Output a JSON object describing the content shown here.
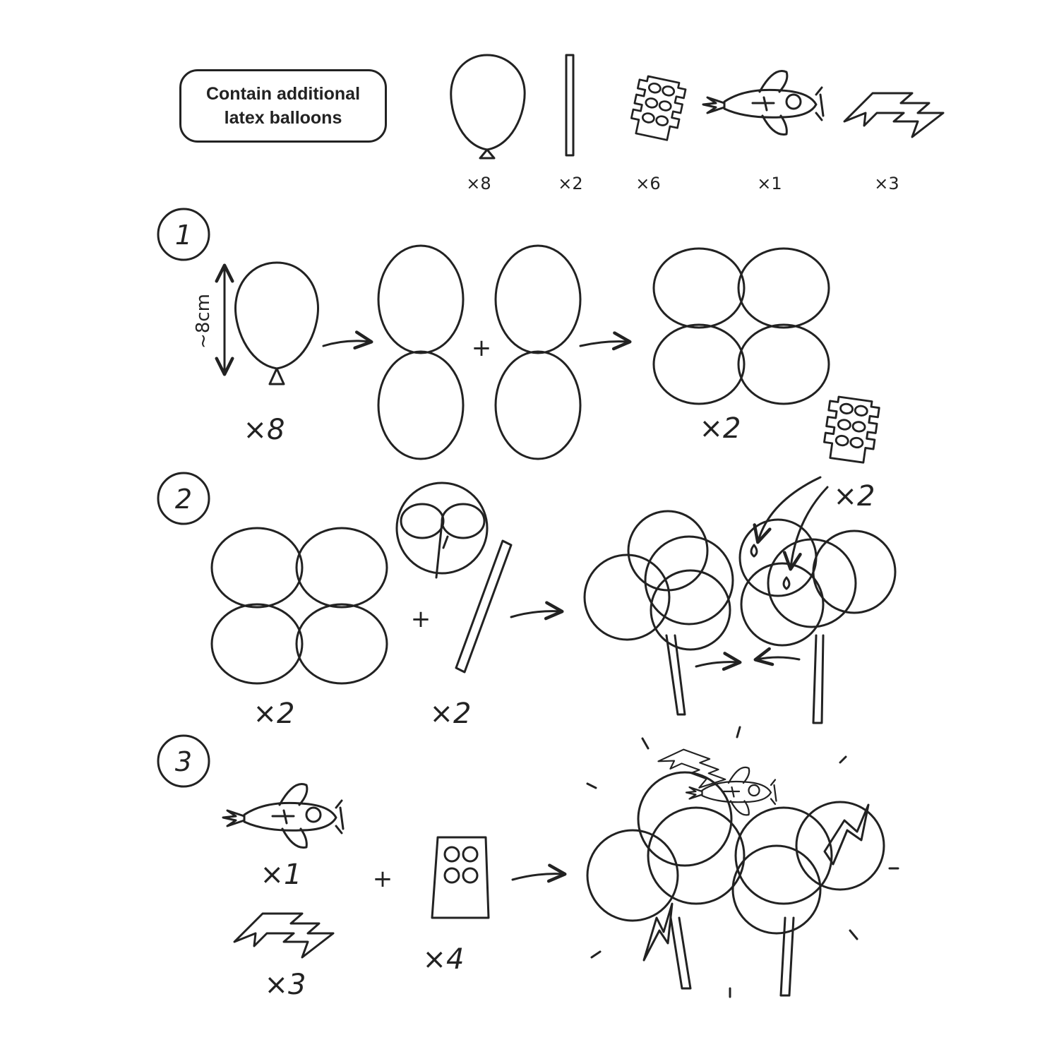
{
  "note": {
    "line1": "Contain additional",
    "line2": "latex balloons"
  },
  "parts": [
    {
      "icon": "balloon-icon",
      "qty": "×8"
    },
    {
      "icon": "stick-icon",
      "qty": "×2"
    },
    {
      "icon": "glue-dots-icon",
      "qty": "×6"
    },
    {
      "icon": "airplane-icon",
      "qty": "×1"
    },
    {
      "icon": "lightning-icon",
      "qty": "×3"
    }
  ],
  "step1": {
    "number": "1",
    "size_label": "~8cm",
    "balloons_qty": "×8",
    "result_qty": "×2",
    "plus": "+"
  },
  "step2": {
    "number": "2",
    "clovers_qty": "×2",
    "sticks_qty": "×2",
    "glue_qty": "×2",
    "plus": "+"
  },
  "step3": {
    "number": "3",
    "airplane_qty": "×1",
    "lightning_qty": "×3",
    "glue_qty": "×4",
    "plus": "+"
  }
}
